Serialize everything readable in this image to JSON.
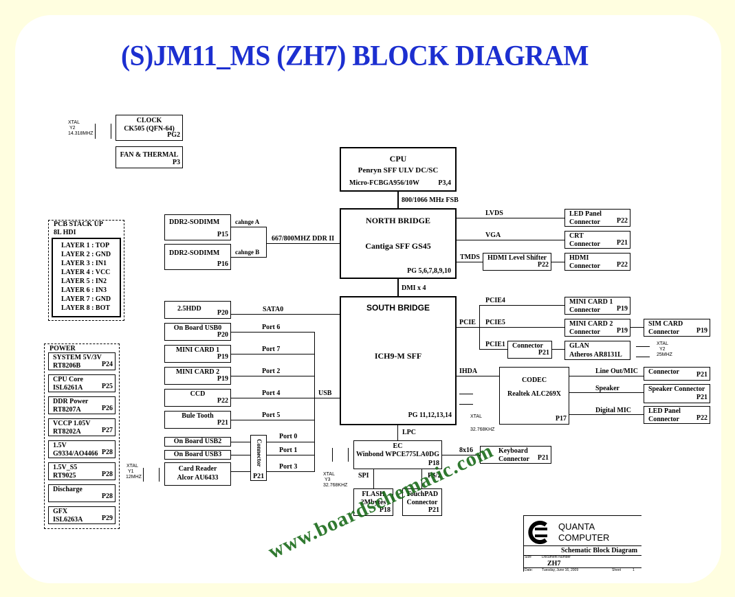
{
  "title": "(S)JM11_MS (ZH7) BLOCK DIAGRAM",
  "watermark": "www.boardschematic.com",
  "xtal_clock": {
    "label": "XTAL",
    "ref": "Y2",
    "freq": "14.318MHZ"
  },
  "clock": {
    "line1": "CLOCK",
    "line2": "CK505 (QFN-64)",
    "page": "PG2"
  },
  "fan": {
    "label": "FAN & THERMAL",
    "page": "P3"
  },
  "cpu": {
    "title": "CPU",
    "name": "Penryn SFF ULV DC/SC",
    "pkg": "Micro-FCBGA956/10W",
    "page": "P3,4"
  },
  "fsb": "800/1066 MHz FSB",
  "pcb_stack": {
    "title": "PCB STACK UP",
    "subtitle": "8L HDI",
    "layers": [
      "LAYER 1 : TOP",
      "LAYER 2 : GND",
      "LAYER 3 : IN1",
      "LAYER 4 : VCC",
      "LAYER 5 : IN2",
      "LAYER 6 : IN3",
      "LAYER 7 : GND",
      "LAYER 8 : BOT"
    ]
  },
  "ddr": [
    {
      "name": "DDR2-SODIMM",
      "page": "P15",
      "ch": "cahnge A"
    },
    {
      "name": "DDR2-SODIMM",
      "page": "P16",
      "ch": "cahnge B"
    }
  ],
  "ddr_bus": "667/800MHZ DDR II",
  "north_bridge": {
    "title": "NORTH BRIDGE",
    "name": "Cantiga SFF GS45",
    "page": "PG 5,6,7,8,9,10"
  },
  "nb_links": {
    "lvds": "LVDS",
    "vga": "VGA",
    "tmds": "TMDS"
  },
  "led_panel": {
    "line1": "LED Panel",
    "line2": "Connector",
    "page": "P22"
  },
  "crt": {
    "line1": "CRT",
    "line2": "Connector",
    "page": "P21"
  },
  "hdmi_shifter": {
    "label": "HDMI Level Shifter",
    "page": "P22"
  },
  "hdmi": {
    "line1": "HDMI",
    "line2": "Connector",
    "page": "P22"
  },
  "dmi": "DMI x 4",
  "south_bridge": {
    "title": "SOUTH BRIDGE",
    "name": "ICH9-M SFF",
    "page": "PG 11,12,13,14"
  },
  "hdd": {
    "label": "2.5HDD",
    "page": "P20",
    "bus": "SATA0"
  },
  "usb_devices": [
    {
      "label": "On Board USB0",
      "page": "P20",
      "port": "Port 6"
    },
    {
      "label": "MINI CARD 1",
      "page": "P19",
      "port": "Port 7"
    },
    {
      "label": "MINI CARD 2",
      "page": "P19",
      "port": "Port 2"
    },
    {
      "label": "CCD",
      "page": "P22",
      "port": "Port 4"
    },
    {
      "label": "Bule Tooth",
      "page": "P21",
      "port": "Port 5"
    }
  ],
  "usb_label": "USB",
  "usb_lower": [
    {
      "label": "On Board USB2",
      "port": "Port 0"
    },
    {
      "label": "On Board USB3",
      "port": "Port 1"
    }
  ],
  "card_reader": {
    "line1": "Card Reader",
    "line2": "Alcor AU6433",
    "port": "Port 3"
  },
  "connector_vert": {
    "label": "Connector",
    "page": "P21"
  },
  "xtal_card": {
    "label": "XTAL",
    "ref": "Y1",
    "freq": "12MHZ"
  },
  "power": {
    "title": "POWER",
    "items": [
      {
        "line1": "SYSTEM 5V/3V",
        "line2": "RT8206B",
        "page": "P24"
      },
      {
        "line1": "CPU Core",
        "line2": "ISL6261A",
        "page": "P25"
      },
      {
        "line1": "DDR Power",
        "line2": "RT8207A",
        "page": "P26"
      },
      {
        "line1": "VCCP 1.05V",
        "line2": "RT8202A",
        "page": "P27"
      },
      {
        "line1": "1.5V",
        "line2": "G9334/AO4466",
        "page": "P28"
      },
      {
        "line1": "1.5V_S5",
        "line2": "RT9025",
        "page": "P28"
      },
      {
        "line1": "Discharge",
        "line2": "",
        "page": "P28"
      },
      {
        "line1": "GFX",
        "line2": "ISL6263A",
        "page": "P29"
      }
    ]
  },
  "pcie": {
    "bus": "PCIE",
    "p4": "PCIE4",
    "p5": "PCIE5",
    "p1": "PCIE1"
  },
  "mini1_r": {
    "line1": "MINI CARD 1",
    "line2": "Connector",
    "page": "P19"
  },
  "mini2_r": {
    "line1": "MINI CARD 2",
    "line2": "Connector",
    "page": "P19"
  },
  "sim": {
    "line1": "SIM CARD",
    "line2": "Connector",
    "page": "P19"
  },
  "pcie1_conn": {
    "label": "Connector",
    "page": "P21"
  },
  "glan": {
    "line1": "GLAN",
    "line2": "Atheros AR8131L"
  },
  "xtal_lan": {
    "label": "XTAL",
    "ref": "Y2",
    "freq": "25MHZ"
  },
  "ihda": "IHDA",
  "codec": {
    "title": "CODEC",
    "name": "Realtek ALC269X",
    "page": "P17"
  },
  "xtal_sb": {
    "label": "XTAL",
    "freq": "32.768KHZ"
  },
  "audio": [
    {
      "link": "Line Out/MIC",
      "line1": "Connector",
      "line2": "",
      "page": "P21"
    },
    {
      "link": "Speaker",
      "line1": "Speaker Connector",
      "line2": "",
      "page": "P21"
    },
    {
      "link": "Digital MIC",
      "line1": "LED Panel",
      "line2": "Connector",
      "page": "P22"
    }
  ],
  "lpc": "LPC",
  "ec": {
    "title": "EC",
    "name": "Winbond WPCE775LA0DG",
    "page": "P18"
  },
  "kbd": {
    "bus": "8x16",
    "line1": "Keyboard",
    "line2": "Connector",
    "page": "P21"
  },
  "spi": "SPI",
  "ps2": "PS/2",
  "xtal_ec": {
    "label": "XTAL",
    "ref": "Y3",
    "freq": "32.768KHZ"
  },
  "flash": {
    "line1": "FLASH",
    "line2": "2Mbytes",
    "page": "P18"
  },
  "touchpad": {
    "line1": "TouchPAD",
    "line2": "Connector",
    "page": "P21"
  },
  "titleblock": {
    "company1": "QUANTA",
    "company2": "COMPUTER",
    "doc": "Schematic Block Diagram",
    "size_label": "Size",
    "docnum_label": "Document Number",
    "docnum": "ZH7",
    "date_label": "Date:",
    "date": "Tuesday, June 16, 2009",
    "sheet_label": "Sheet",
    "sheet": "1"
  },
  "colors": {
    "title": "#1c2fd0",
    "watermark": "#1a6b1a",
    "frame": "#fffee0"
  }
}
